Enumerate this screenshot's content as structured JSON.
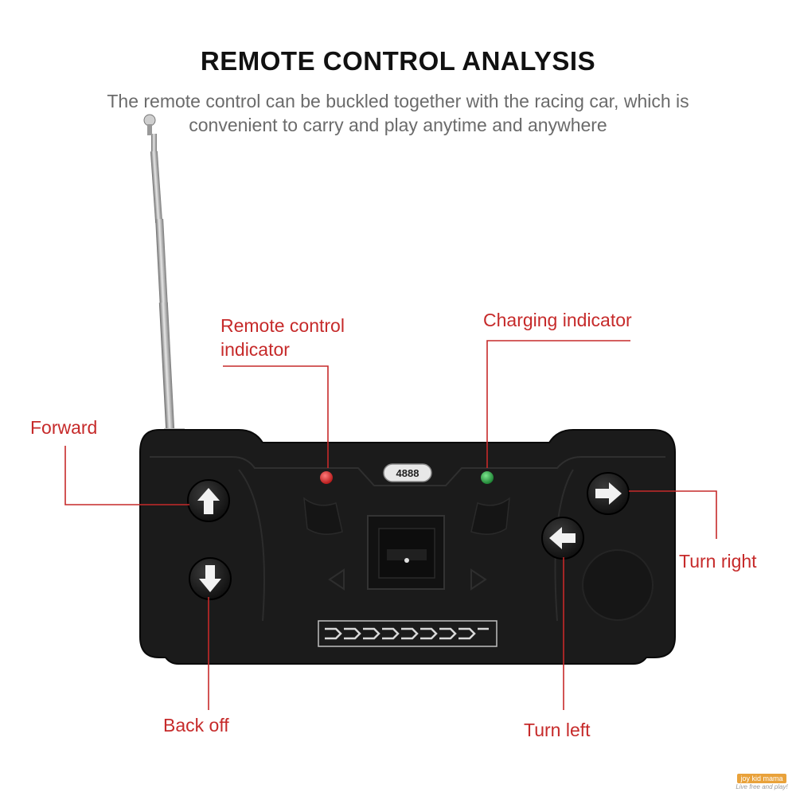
{
  "header": {
    "title": "REMOTE CONTROL ANALYSIS",
    "subtitle_line1": "The remote control can be buckled together with the racing car, which is",
    "subtitle_line2": "convenient to carry and play anytime and anywhere"
  },
  "callouts": {
    "remote_indicator_line1": "Remote control",
    "remote_indicator_line2": "indicator",
    "charging_indicator": "Charging indicator",
    "forward": "Forward",
    "back_off": "Back off",
    "turn_right": "Turn right",
    "turn_left": "Turn left"
  },
  "device": {
    "body_color": "#1b1b1b",
    "remote_led_color": "#d42020",
    "charging_led_color": "#1fa03a",
    "switch_text": "4888"
  },
  "colors": {
    "callout": "#c62a2a",
    "title": "#111111",
    "subtitle": "#6b6b6b"
  },
  "icons": {
    "forward_button": "arrow-up-icon",
    "back_button": "arrow-down-icon",
    "right_button": "arrow-right-icon",
    "left_button": "arrow-left-icon"
  },
  "watermark": {
    "brand": "joy kid mama",
    "tagline": "Live free and play!"
  }
}
